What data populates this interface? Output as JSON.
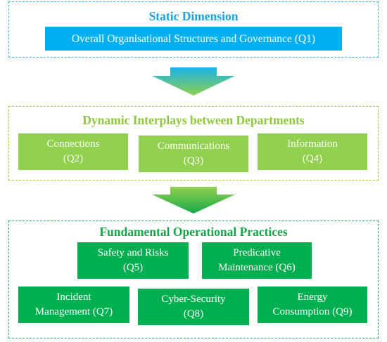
{
  "static_dimension": {
    "title": "Static Dimension",
    "box": "Overall Organisational Structures and Governance (Q1)"
  },
  "dynamic_interplays": {
    "title": "Dynamic Interplays between Departments",
    "boxes": [
      {
        "label": "Connections\n(Q2)"
      },
      {
        "label": "Communications\n(Q3)"
      },
      {
        "label": "Information\n(Q4)"
      }
    ]
  },
  "operational_practices": {
    "title": "Fundamental Operational Practices",
    "boxes": [
      {
        "label": "Safety and Risks\n(Q5)"
      },
      {
        "label": "Predicative\nMaintenance  (Q6)"
      },
      {
        "label": "Incident\nManagement  (Q7)"
      },
      {
        "label": "Cyber-Security\n(Q8)"
      },
      {
        "label": "Energy\nConsumption  (Q9)"
      }
    ]
  },
  "colors": {
    "static": "#00b0f0",
    "dynamic": "#92d050",
    "operational": "#00b050"
  }
}
